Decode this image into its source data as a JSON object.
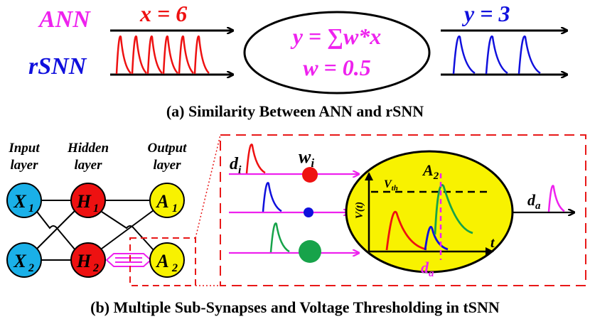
{
  "colors": {
    "magenta": "#ee22ee",
    "blue": "#1010dd",
    "red": "#ee1111",
    "green": "#17a34a",
    "cyan": "#1ab0e8",
    "yellow": "#f8f200",
    "dash_red": "#e81818"
  },
  "top": {
    "ann_label": "ANN",
    "rsnn_label": "rSNN",
    "input_value": "x = 6",
    "ellipse_eq1": "y = ∑w*x",
    "ellipse_eq2": "w = 0.5",
    "output_value": "y = 3",
    "caption": "(a) Similarity Between ANN and rSNN",
    "input_spike_count": 6,
    "output_spike_count": 3
  },
  "network": {
    "input_header_1": "Input",
    "input_header_2": "layer",
    "hidden_header_1": "Hidden",
    "hidden_header_2": "layer",
    "output_header_1": "Output",
    "output_header_2": "layer",
    "nodes": {
      "x1": "X",
      "x1_sub": "1",
      "x2": "X",
      "x2_sub": "2",
      "h1": "H",
      "h1_sub": "1",
      "h2": "H",
      "h2_sub": "2",
      "a1": "A",
      "a1_sub": "1",
      "a2": "A",
      "a2_sub": "2"
    }
  },
  "detail": {
    "d_label": "d",
    "d_sub": "i",
    "w_label": "w",
    "w_sub": "i",
    "a2_label": "A",
    "a2_sub": "2",
    "vth_label": "V",
    "vth_sub": "th",
    "vt_axis": "V(t)",
    "t_axis": "t",
    "da_bottom": "d",
    "da_bottom_sub": "a",
    "da_right": "d",
    "da_right_sub": "a"
  },
  "caption_b": "(b) Multiple Sub-Synapses and Voltage Thresholding in tSNN",
  "icons": [
    "arrow-right-icon",
    "spike-icon",
    "neuron-circle-icon"
  ]
}
